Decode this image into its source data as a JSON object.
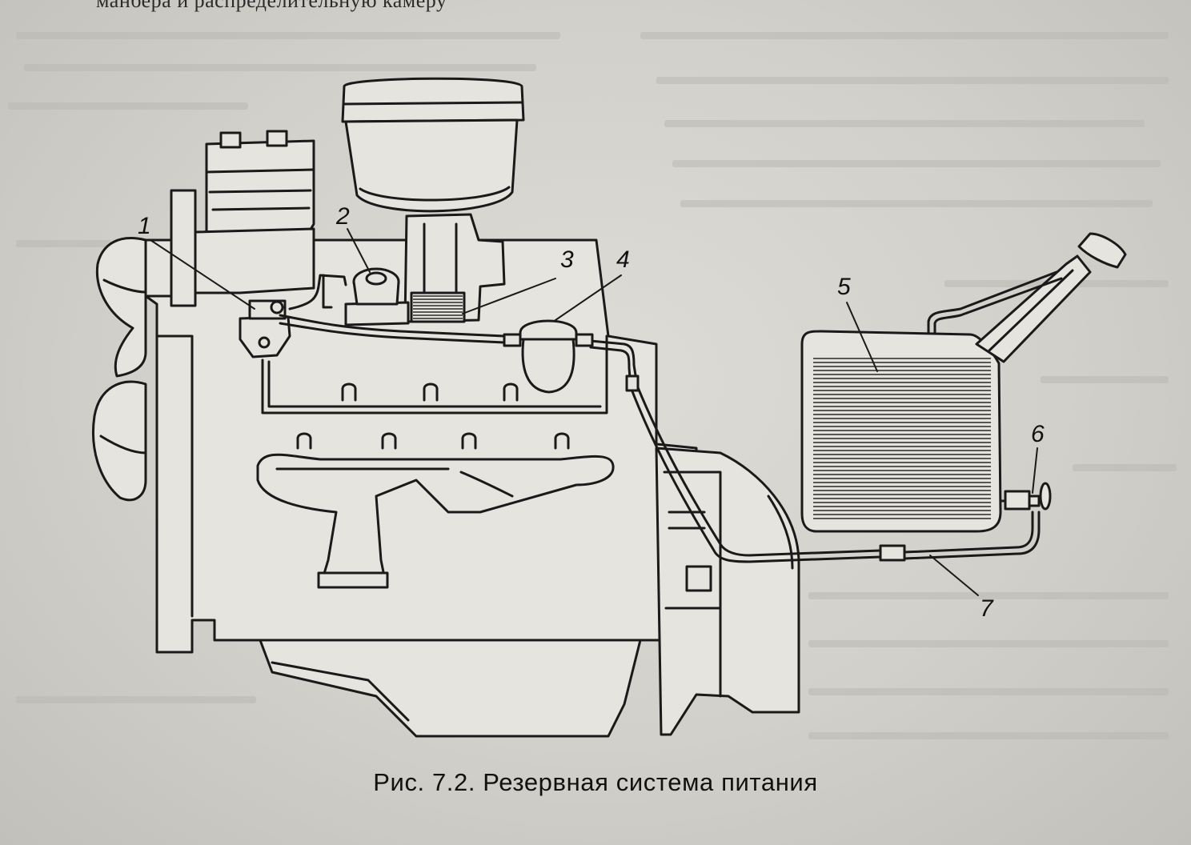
{
  "page": {
    "top_fragment": "манбера и распределительную камеру",
    "caption": "Рис. 7.2. Резервная система питания"
  },
  "callouts": [
    {
      "label": "1"
    },
    {
      "label": "2"
    },
    {
      "label": "3"
    },
    {
      "label": "4"
    },
    {
      "label": "5"
    },
    {
      "label": "6"
    },
    {
      "label": "7"
    }
  ],
  "colors": {
    "paper": "#d2d0ca",
    "ink": "#1a1a1a",
    "fill": "#e6e4de"
  }
}
